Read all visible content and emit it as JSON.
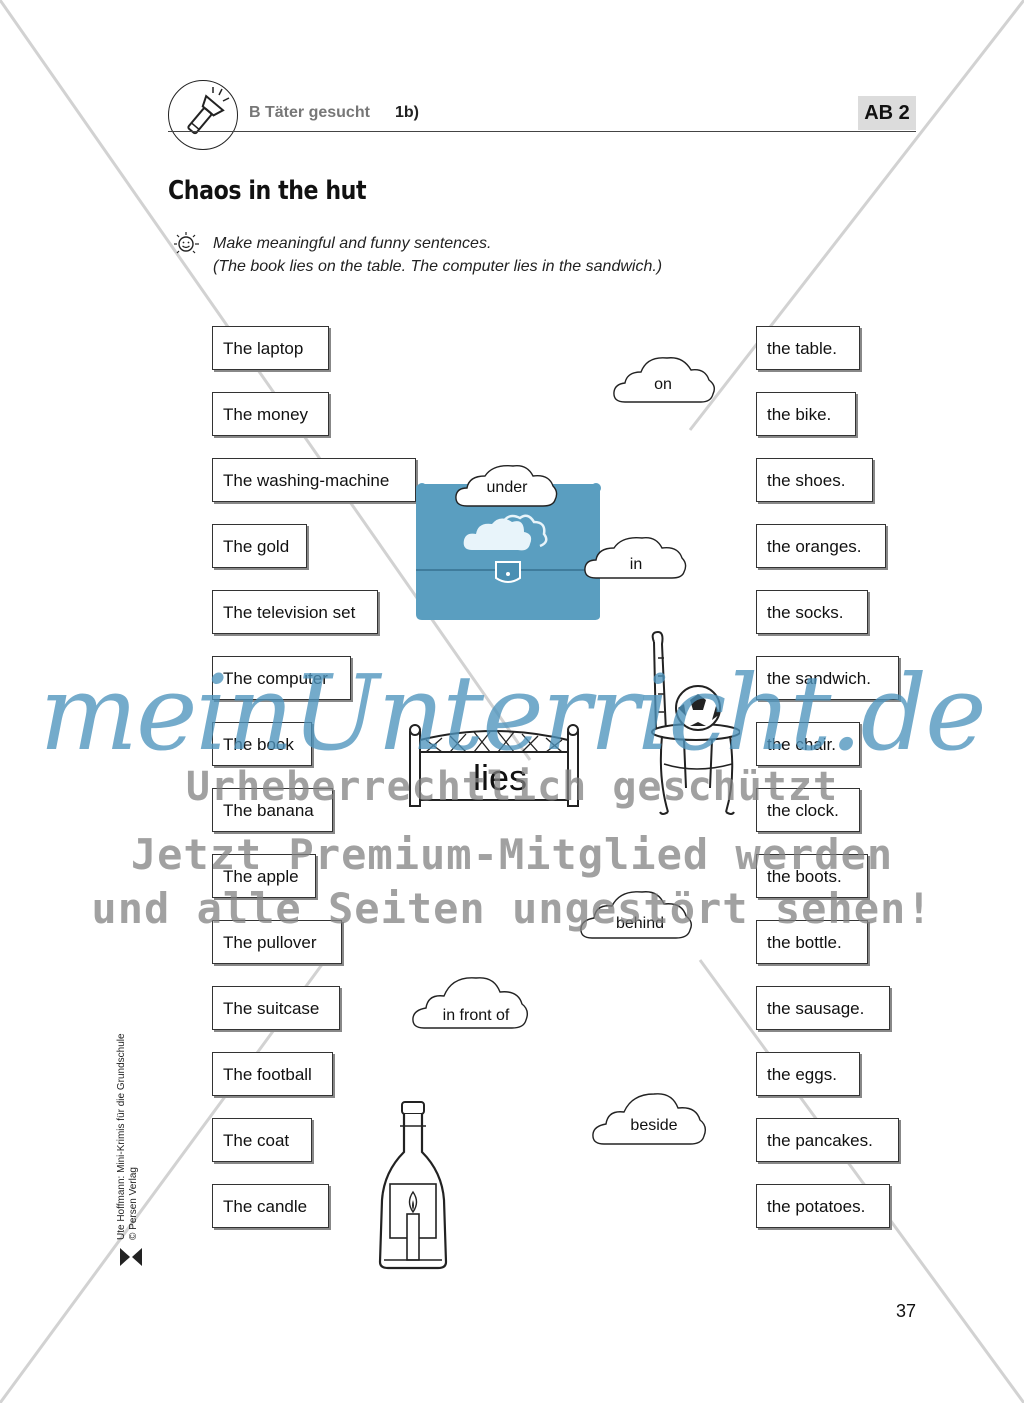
{
  "header": {
    "section": "B Täter gesucht",
    "task": "1b)",
    "sheet": "AB 2"
  },
  "title": "Chaos in the hut",
  "instructions": {
    "line1": "Make meaningful and funny sentences.",
    "line2": "(The book lies on the table. The computer lies in the sandwich.)"
  },
  "subjects": [
    "The laptop",
    "The money",
    "The washing-machine",
    "The gold",
    "The television set",
    "The computer",
    "The book",
    "The banana",
    "The apple",
    "The pullover",
    "The suitcase",
    "The football",
    "The coat",
    "The candle"
  ],
  "objects": [
    "the table.",
    "the bike.",
    "the shoes.",
    "the oranges.",
    "the socks.",
    "the sandwich.",
    "the chair.",
    "the clock.",
    "the boots.",
    "the bottle.",
    "the sausage.",
    "the eggs.",
    "the pancakes.",
    "the potatoes."
  ],
  "verb": "lies",
  "prepositions": {
    "on": "on",
    "under": "under",
    "in": "in",
    "behind": "behind",
    "in_front_of": "in front of",
    "beside": "beside"
  },
  "watermark": {
    "brand": "meinUnterricht.de",
    "line1": "Urheberrechtlich geschützt",
    "line2": "Jetzt Premium-Mitglied werden",
    "line3": "und alle Seiten ungestört sehen!"
  },
  "credit": {
    "line1": "Ute Hoffmann: Mini-Krimis für die Grundschule",
    "line2": "© Persen Verlag"
  },
  "page_number": "37",
  "colors": {
    "suitcase_blue": "#5a9ec0",
    "watermark_blue": "#4d94bd"
  }
}
